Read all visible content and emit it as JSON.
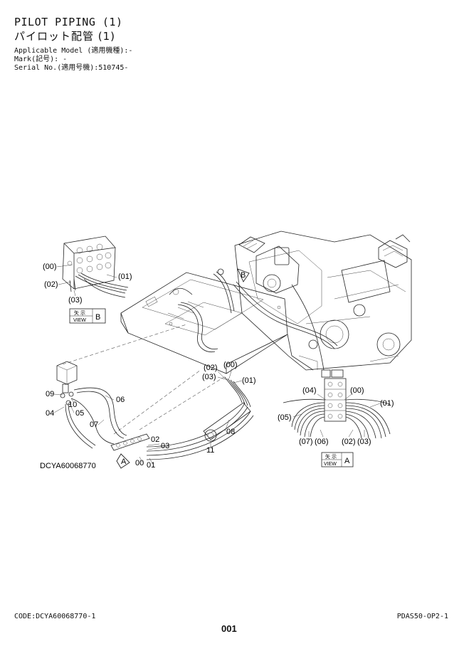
{
  "header": {
    "title": "PILOT PIPING (1)",
    "title_jp": "パイロット配管 (1)",
    "applicable_model": "Applicable Model (適用機種):-",
    "mark": "Mark(記号): -",
    "serial_no": "Serial No.(適用号機):510745-"
  },
  "diagram": {
    "view_b": {
      "kanji": "矢 示",
      "view": "VIEW",
      "letter": "B"
    },
    "view_a": {
      "kanji": "矢 示",
      "view": "VIEW",
      "letter": "A"
    },
    "view_marker_a": "A",
    "view_marker_b": "B",
    "drawing_code": "DCYA60068770",
    "labels_b": {
      "p00": "(00)",
      "p01": "(01)",
      "p02": "(02)",
      "p03": "(03)"
    },
    "labels_mid": {
      "p02": "(02)",
      "p00": "(00)",
      "p03": "(03)",
      "p01": "(01)"
    },
    "labels_main": {
      "n09": "09",
      "n10": "10",
      "n06": "06",
      "n04": "04",
      "n05": "05",
      "n07": "07",
      "n02": "02",
      "n03": "03",
      "n00": "00",
      "n01": "01",
      "n08": "08",
      "n11": "11"
    },
    "labels_a": {
      "p04": "(04)",
      "p00": "(00)",
      "p01": "(01)",
      "p05": "(05)",
      "p07": "(07)",
      "p06": "(06)",
      "p02": "(02)",
      "p03": "(03)"
    }
  },
  "footer": {
    "code": "CODE:DCYA60068770-1",
    "page_ref": "PDAS50-OP2-1",
    "page_number": "001"
  }
}
